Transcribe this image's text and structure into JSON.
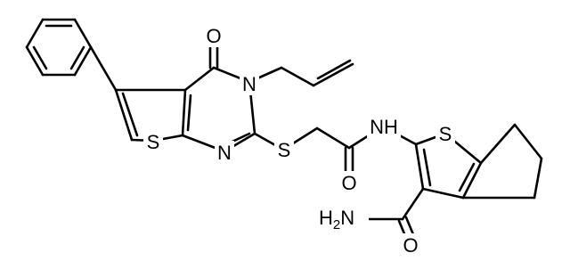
{
  "atoms": {
    "o_ketone": "O",
    "n_ring": "N",
    "s_thioether": "S",
    "s_thiophene_left": "S",
    "n_pyrimidine": "N",
    "o_amide": "O",
    "nh": "NH",
    "s_thiophene_right": "S",
    "nh2_h": "H",
    "nh2_sub": "2",
    "nh2_n": "N",
    "o_carboxamide": "O"
  }
}
